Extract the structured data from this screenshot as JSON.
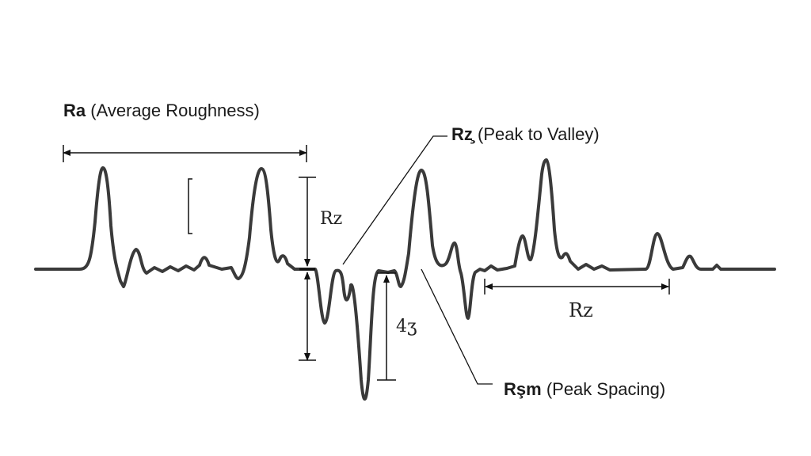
{
  "labels": {
    "ra_symbol": "Ra",
    "ra_desc": "(Average Roughness)",
    "rz_symbol": "Rz̧",
    "rz_desc": "(Peak to Valley)",
    "rsm_symbol": "Rşm",
    "rsm_desc": "(Peak Spacing)",
    "rz_vertical": "Rz",
    "rz_horizontal": "Rz",
    "depth_label": "4ʒ"
  },
  "colors": {
    "profile": "#3a3a3a",
    "annotation": "#111111"
  }
}
